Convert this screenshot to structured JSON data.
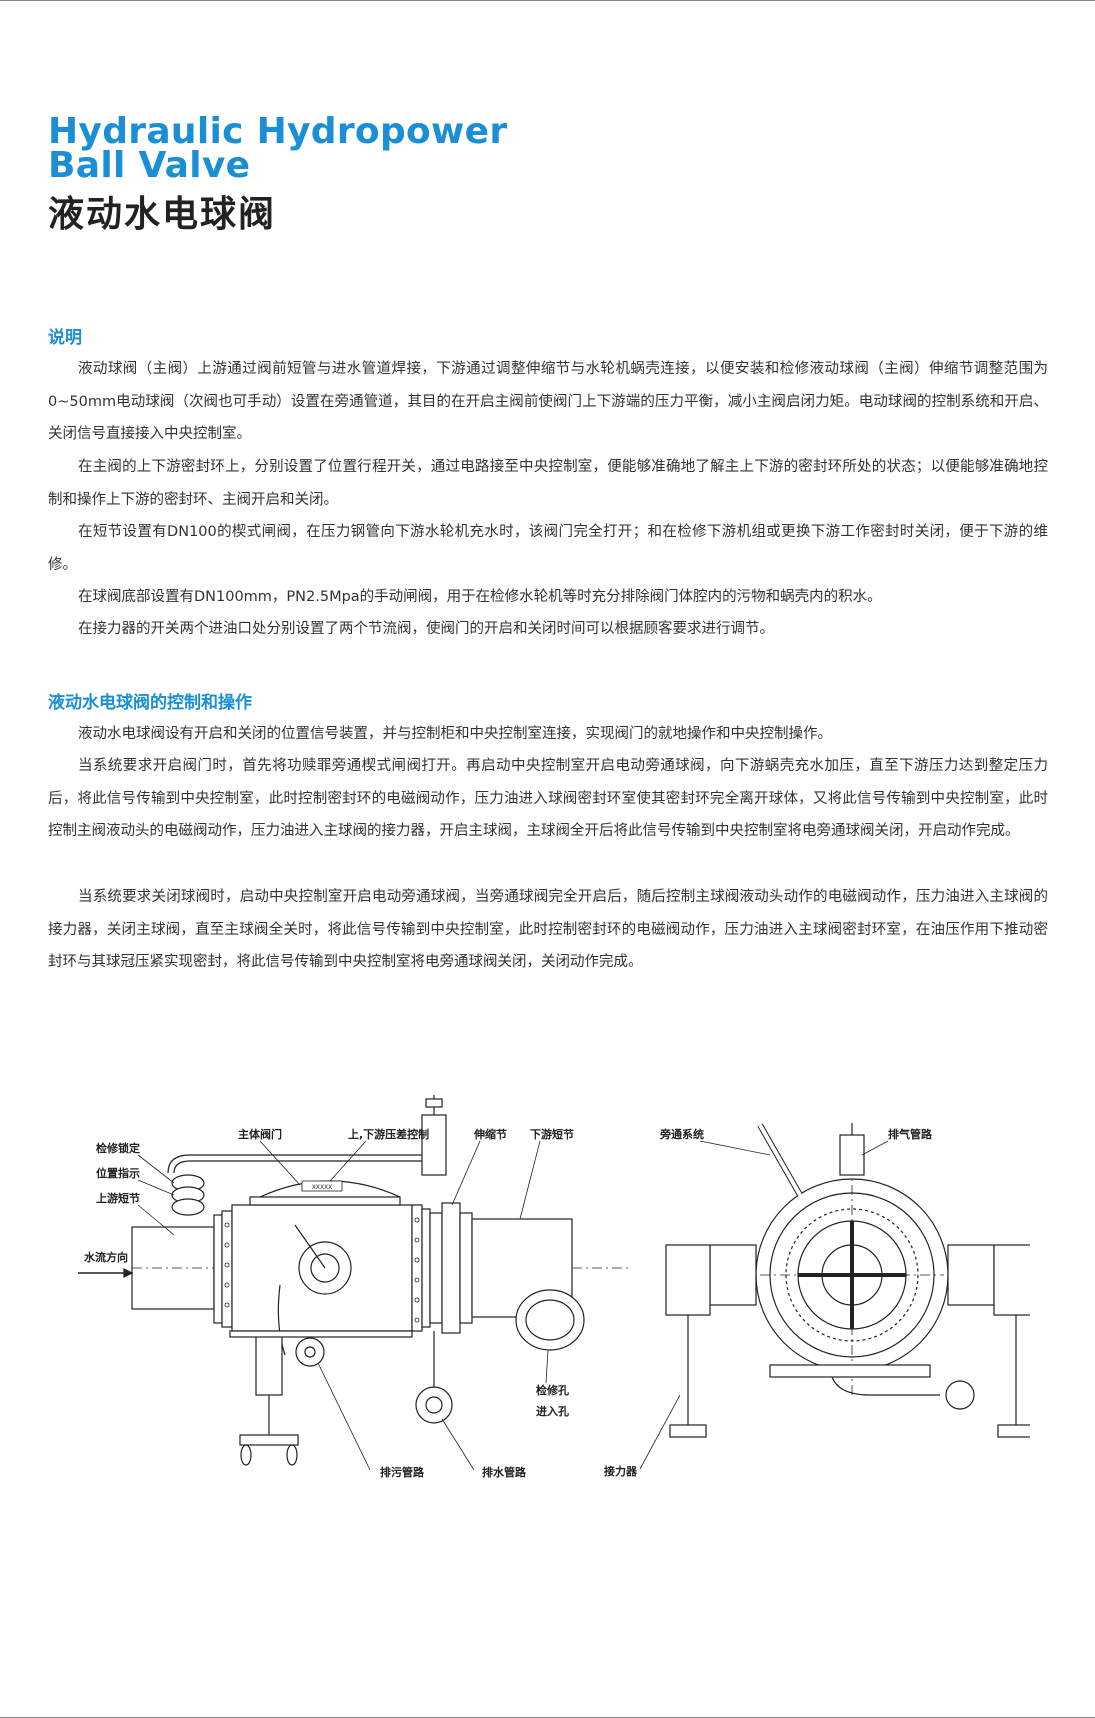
{
  "header": {
    "title_en_line1": "Hydraulic Hydropower",
    "title_en_line2": "Ball Valve",
    "title_cn": "液动水电球阀"
  },
  "section1": {
    "heading": "说明",
    "paragraphs": [
      "液动球阀（主阀）上游通过阀前短管与进水管道焊接，下游通过调整伸缩节与水轮机蜗壳连接，以便安装和检修液动球阀（主阀）伸缩节调整范围为0~50mm电动球阀（次阀也可手动）设置在旁通管道，其目的在开启主阀前使阀门上下游端的压力平衡，减小主阀启闭力矩。电动球阀的控制系统和开启、关闭信号直接接入中央控制室。",
      "在主阀的上下游密封环上，分别设置了位置行程开关，通过电路接至中央控制室，便能够准确地了解主上下游的密封环所处的状态；以便能够准确地控制和操作上下游的密封环、主阀开启和关闭。",
      "在短节设置有DN100的楔式闸阀，在压力钢管向下游水轮机充水时，该阀门完全打开；和在检修下游机组或更换下游工作密封时关闭，便于下游的维修。",
      "在球阀底部设置有DN100mm，PN2.5Mpa的手动闸阀，用于在检修水轮机等时充分排除阀门体腔内的污物和蜗壳内的积水。",
      "在接力器的开关两个进油口处分别设置了两个节流阀，使阀门的开启和关闭时间可以根据顾客要求进行调节。"
    ]
  },
  "section2": {
    "heading": "液动水电球阀的控制和操作",
    "paragraphs": [
      "液动水电球阀设有开启和关闭的位置信号装置，并与控制柜和中央控制室连接，实现阀门的就地操作和中央控制操作。",
      "当系统要求开启阀门时，首先将功赎罪旁通楔式闸阀打开。再启动中央控制室开启电动旁通球阀，向下游蜗壳充水加压，直至下游压力达到整定压力后，将此信号传输到中央控制室，此时控制密封环的电磁阀动作，压力油进入球阀密封环室使其密封环完全离开球体，又将此信号传输到中央控制室，此时控制主阀液动头的电磁阀动作，压力油进入主球阀的接力器，开启主球阀，主球阀全开后将此信号传输到中央控制室将电旁通球阀关闭，开启动作完成。",
      "当系统要求关闭球阀时，启动中央控制室开启电动旁通球阀，当旁通球阀完全开启后，随后控制主球阀液动头动作的电磁阀动作，压力油进入主球阀的接力器，关闭主球阀，直至主球阀全关时，将此信号传输到中央控制室，此时控制密封环的电磁阀动作，压力油进入主球阀密封环室，在油压作用下推动密封环与其球冠压紧实现密封，将此信号传输到中央控制室将电旁通球阀关闭，关闭动作完成。"
    ]
  },
  "drawing": {
    "labels": {
      "maintenance_lock": "检修锁定",
      "position_indicator": "位置指示",
      "upstream_short_pipe": "上游短节",
      "flow_direction": "水流方向",
      "main_valve": "主体阀门",
      "pressure_diff_control": "上,下游压差控制",
      "expansion_joint": "伸缩节",
      "downstream_short_pipe": "下游短节",
      "bypass_system": "旁通系统",
      "exhaust_pipe": "排气管路",
      "sewage_pipe": "排污管路",
      "drain_pipe": "排水管路",
      "inspection_hole": "检修孔",
      "inlet_hole": "进入孔",
      "actuator": "接力器"
    },
    "nameplate": "XXXXX"
  }
}
